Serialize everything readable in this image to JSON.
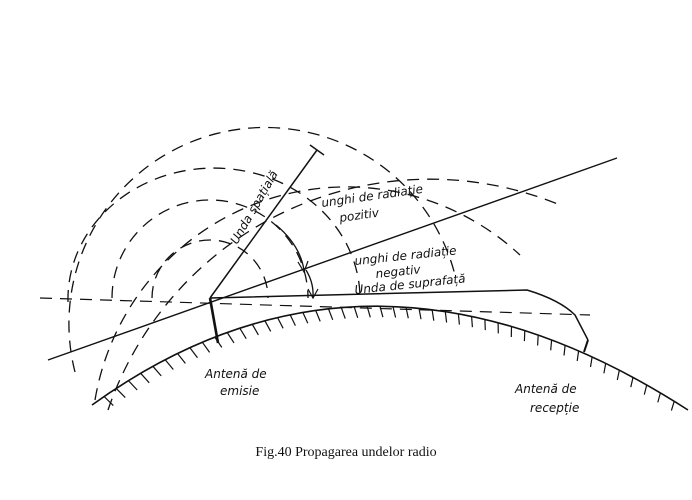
{
  "labels": {
    "space_wave": "Unda spațială",
    "positive_angle_line1": "unghi de radiație",
    "positive_angle_line2": "pozitiv",
    "negative_angle_line1": "unghi de radiație",
    "negative_angle_line2": "negativ",
    "surface_wave": "Unda de suprafață",
    "transmit_antenna_line1": "Antenă de",
    "transmit_antenna_line2": "emisie",
    "receive_antenna_line1": "Antenă de",
    "receive_antenna_line2": "recepție"
  },
  "caption": "Fig.40 Propagarea undelor radio",
  "colors": {
    "ink": "#111111",
    "paper": "#ffffff"
  }
}
